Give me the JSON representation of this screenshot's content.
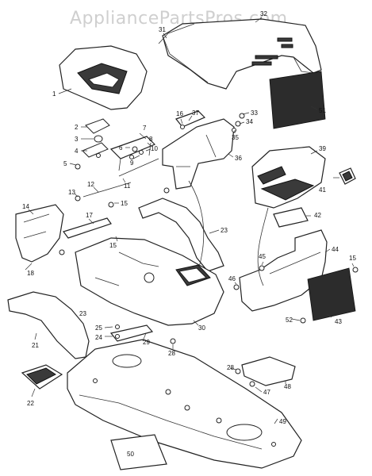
{
  "watermark": {
    "text": "AppliancePartsPros.com"
  },
  "callouts": [
    "1",
    "2",
    "3",
    "4",
    "5",
    "6",
    "7",
    "8",
    "9",
    "10",
    "11",
    "12",
    "13",
    "14",
    "15",
    "16",
    "17",
    "18",
    "21",
    "22",
    "23",
    "24",
    "25",
    "28",
    "29",
    "30",
    "31",
    "32",
    "33",
    "34",
    "35",
    "36",
    "37",
    "39",
    "41",
    "42",
    "43",
    "44",
    "45",
    "46",
    "47",
    "48",
    "49",
    "50",
    "51",
    "52"
  ]
}
